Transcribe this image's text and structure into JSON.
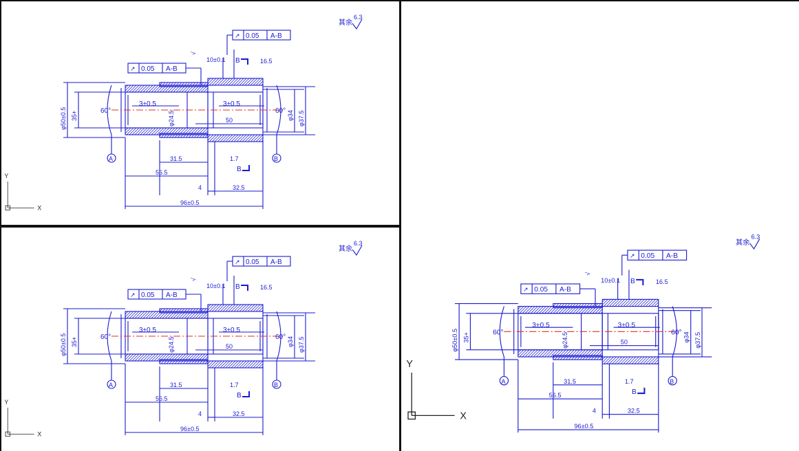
{
  "drawing": {
    "tolerance_frame": {
      "symbol": "↗",
      "value": "0.05",
      "datum": "A-B"
    },
    "roughness": "6.3",
    "roughness_prefix": "其余",
    "dims": {
      "outer_dia": "φ50±0.5",
      "left_inner": "35+",
      "angle_left": "60°",
      "angle_right": "60°",
      "chamfer_left": "3±0.5",
      "chamfer_right": "3±0.5",
      "bore": "φ24.5",
      "right_inner": "φ34",
      "right_outer": "φ37.5",
      "len_50": "50",
      "len_31_5": "31.5",
      "len_56_5": "56.5",
      "len_4": "4",
      "len_32_5": "32.5",
      "len_total": "96±0.5",
      "len_10": "10±0.1",
      "len_16_5": "16.5",
      "len_1_7": "1.7",
      "section": "B",
      "datum_a": "A",
      "datum_b": "B"
    }
  },
  "ucs": {
    "x_label": "X",
    "y_label": "Y"
  }
}
